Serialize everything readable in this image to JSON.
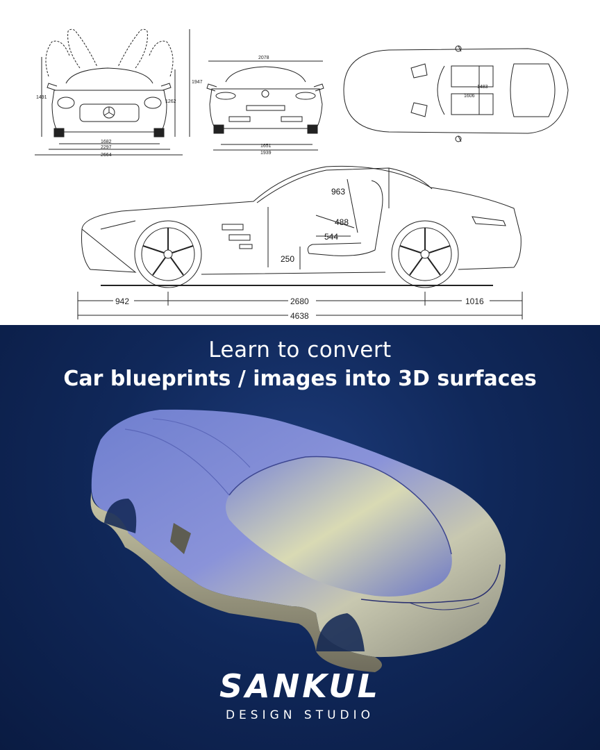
{
  "blueprint": {
    "front_view": {
      "height_left": "1491",
      "height_total": "1947",
      "height_right": "1262",
      "width_track": "1682",
      "width_body": "2297",
      "width_mirrors": "2664"
    },
    "rear_view": {
      "width_top": "2078",
      "width_track": "1651",
      "width_body": "1939"
    },
    "top_view": {
      "interior_1": "1483",
      "interior_2": "1606"
    },
    "side_view": {
      "seat_height": "963",
      "seat_1": "488",
      "seat_2": "544",
      "sill_height": "250",
      "front_overhang": "942",
      "wheelbase": "2680",
      "rear_overhang": "1016",
      "overall_length": "4638"
    }
  },
  "promo": {
    "headline_line1": "Learn to convert",
    "headline_line2": "Car blueprints / images into 3D surfaces",
    "logo_text": "SANKUL",
    "logo_subtitle": "DESIGN STUDIO"
  },
  "colors": {
    "banner_background": "#10285a",
    "text": "#ffffff",
    "line_art": "#222222"
  }
}
